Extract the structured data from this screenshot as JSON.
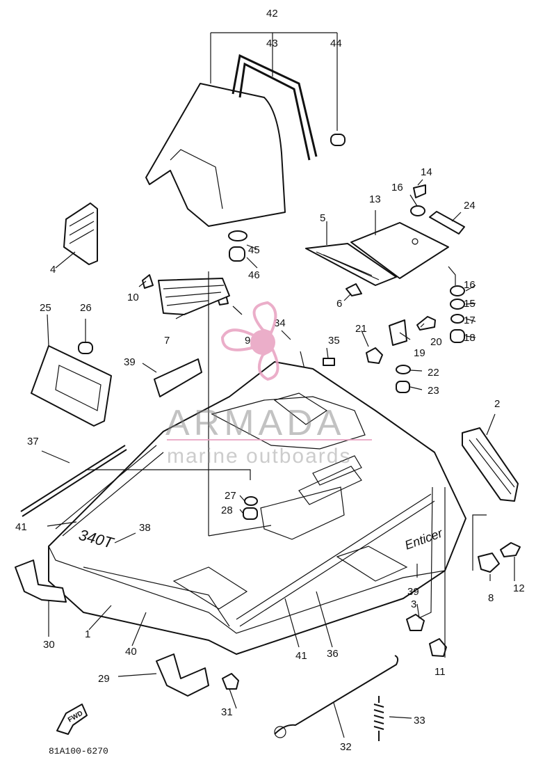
{
  "diagram": {
    "part_numbers": [
      "1",
      "2",
      "3",
      "4",
      "5",
      "6",
      "7",
      "8",
      "9",
      "10",
      "11",
      "12",
      "13",
      "14",
      "15",
      "16",
      "16",
      "17",
      "18",
      "19",
      "20",
      "21",
      "22",
      "23",
      "24",
      "25",
      "26",
      "27",
      "28",
      "29",
      "30",
      "31",
      "32",
      "33",
      "34",
      "35",
      "36",
      "37",
      "38",
      "39",
      "39",
      "40",
      "41",
      "41",
      "42",
      "43",
      "44",
      "45",
      "46"
    ],
    "drawing_code": "81A100-6270",
    "model_label": "340T",
    "brand_label": "Enticer",
    "fwd_label": "FWD"
  },
  "watermark": {
    "title": "ARMADA",
    "subtitle": "marine outboards",
    "color": "#e8a0c0"
  }
}
